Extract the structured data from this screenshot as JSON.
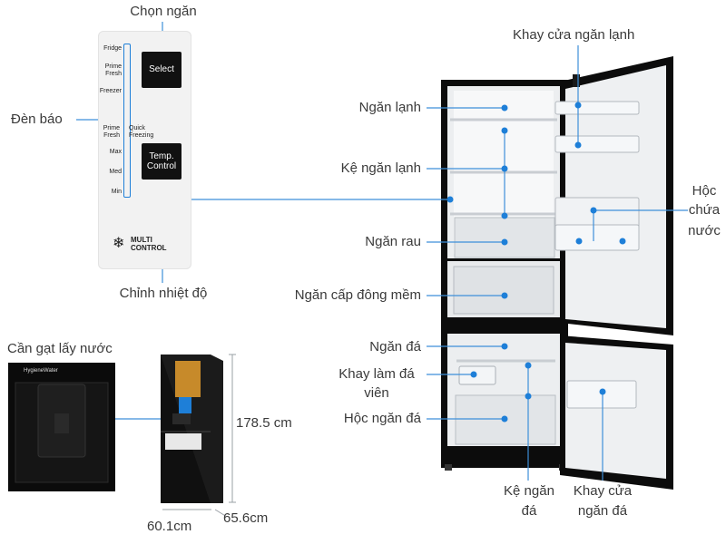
{
  "labels": {
    "chon_ngan": "Chọn ngăn",
    "den_bao": "Đèn báo",
    "chinh_nhiet_do": "Chỉnh nhiệt độ",
    "can_gat": "Cần gạt lấy nước",
    "khay_cua_ngan_lanh": "Khay cửa ngăn lạnh",
    "ngan_lanh": "Ngăn lạnh",
    "ke_ngan_lanh": "Kệ ngăn lạnh",
    "hoc_chua_nuoc_1": "Hộc",
    "hoc_chua_nuoc_2": "chứa",
    "hoc_chua_nuoc_3": "nước",
    "ngan_rau": "Ngăn rau",
    "ngan_cap_dong_mem": "Ngăn cấp đông mềm",
    "ngan_da": "Ngăn đá",
    "khay_lam_da_1": "Khay làm đá",
    "khay_lam_da_2": "viên",
    "hoc_ngan_da": "Hộc ngăn đá",
    "ke_ngan_da_1": "Kệ ngăn",
    "ke_ngan_da_2": "đá",
    "khay_cua_ngan_da_1": "Khay cửa",
    "khay_cua_ngan_da_2": "ngăn đá"
  },
  "panel": {
    "fridge": "Fridge",
    "prime_fresh_1": "Prime",
    "prime_fresh_2": "Fresh",
    "freezer": "Freezer",
    "select": "Select",
    "prime_fresh_b1": "Prime",
    "prime_fresh_b2": "Fresh",
    "quick_1": "Quick",
    "quick_2": "Freezing",
    "max": "Max",
    "med": "Med",
    "min": "Min",
    "temp_1": "Temp.",
    "temp_2": "Control",
    "multi_1": "MULTI",
    "multi_2": "CONTROL"
  },
  "dispenser": {
    "brand": "HygieneWater"
  },
  "dimensions": {
    "height": "178.5 cm",
    "width": "60.1cm",
    "depth": "65.6cm"
  },
  "colors": {
    "accent": "#1e7fd8",
    "body": "#111111",
    "line": "#3d8fd9"
  }
}
